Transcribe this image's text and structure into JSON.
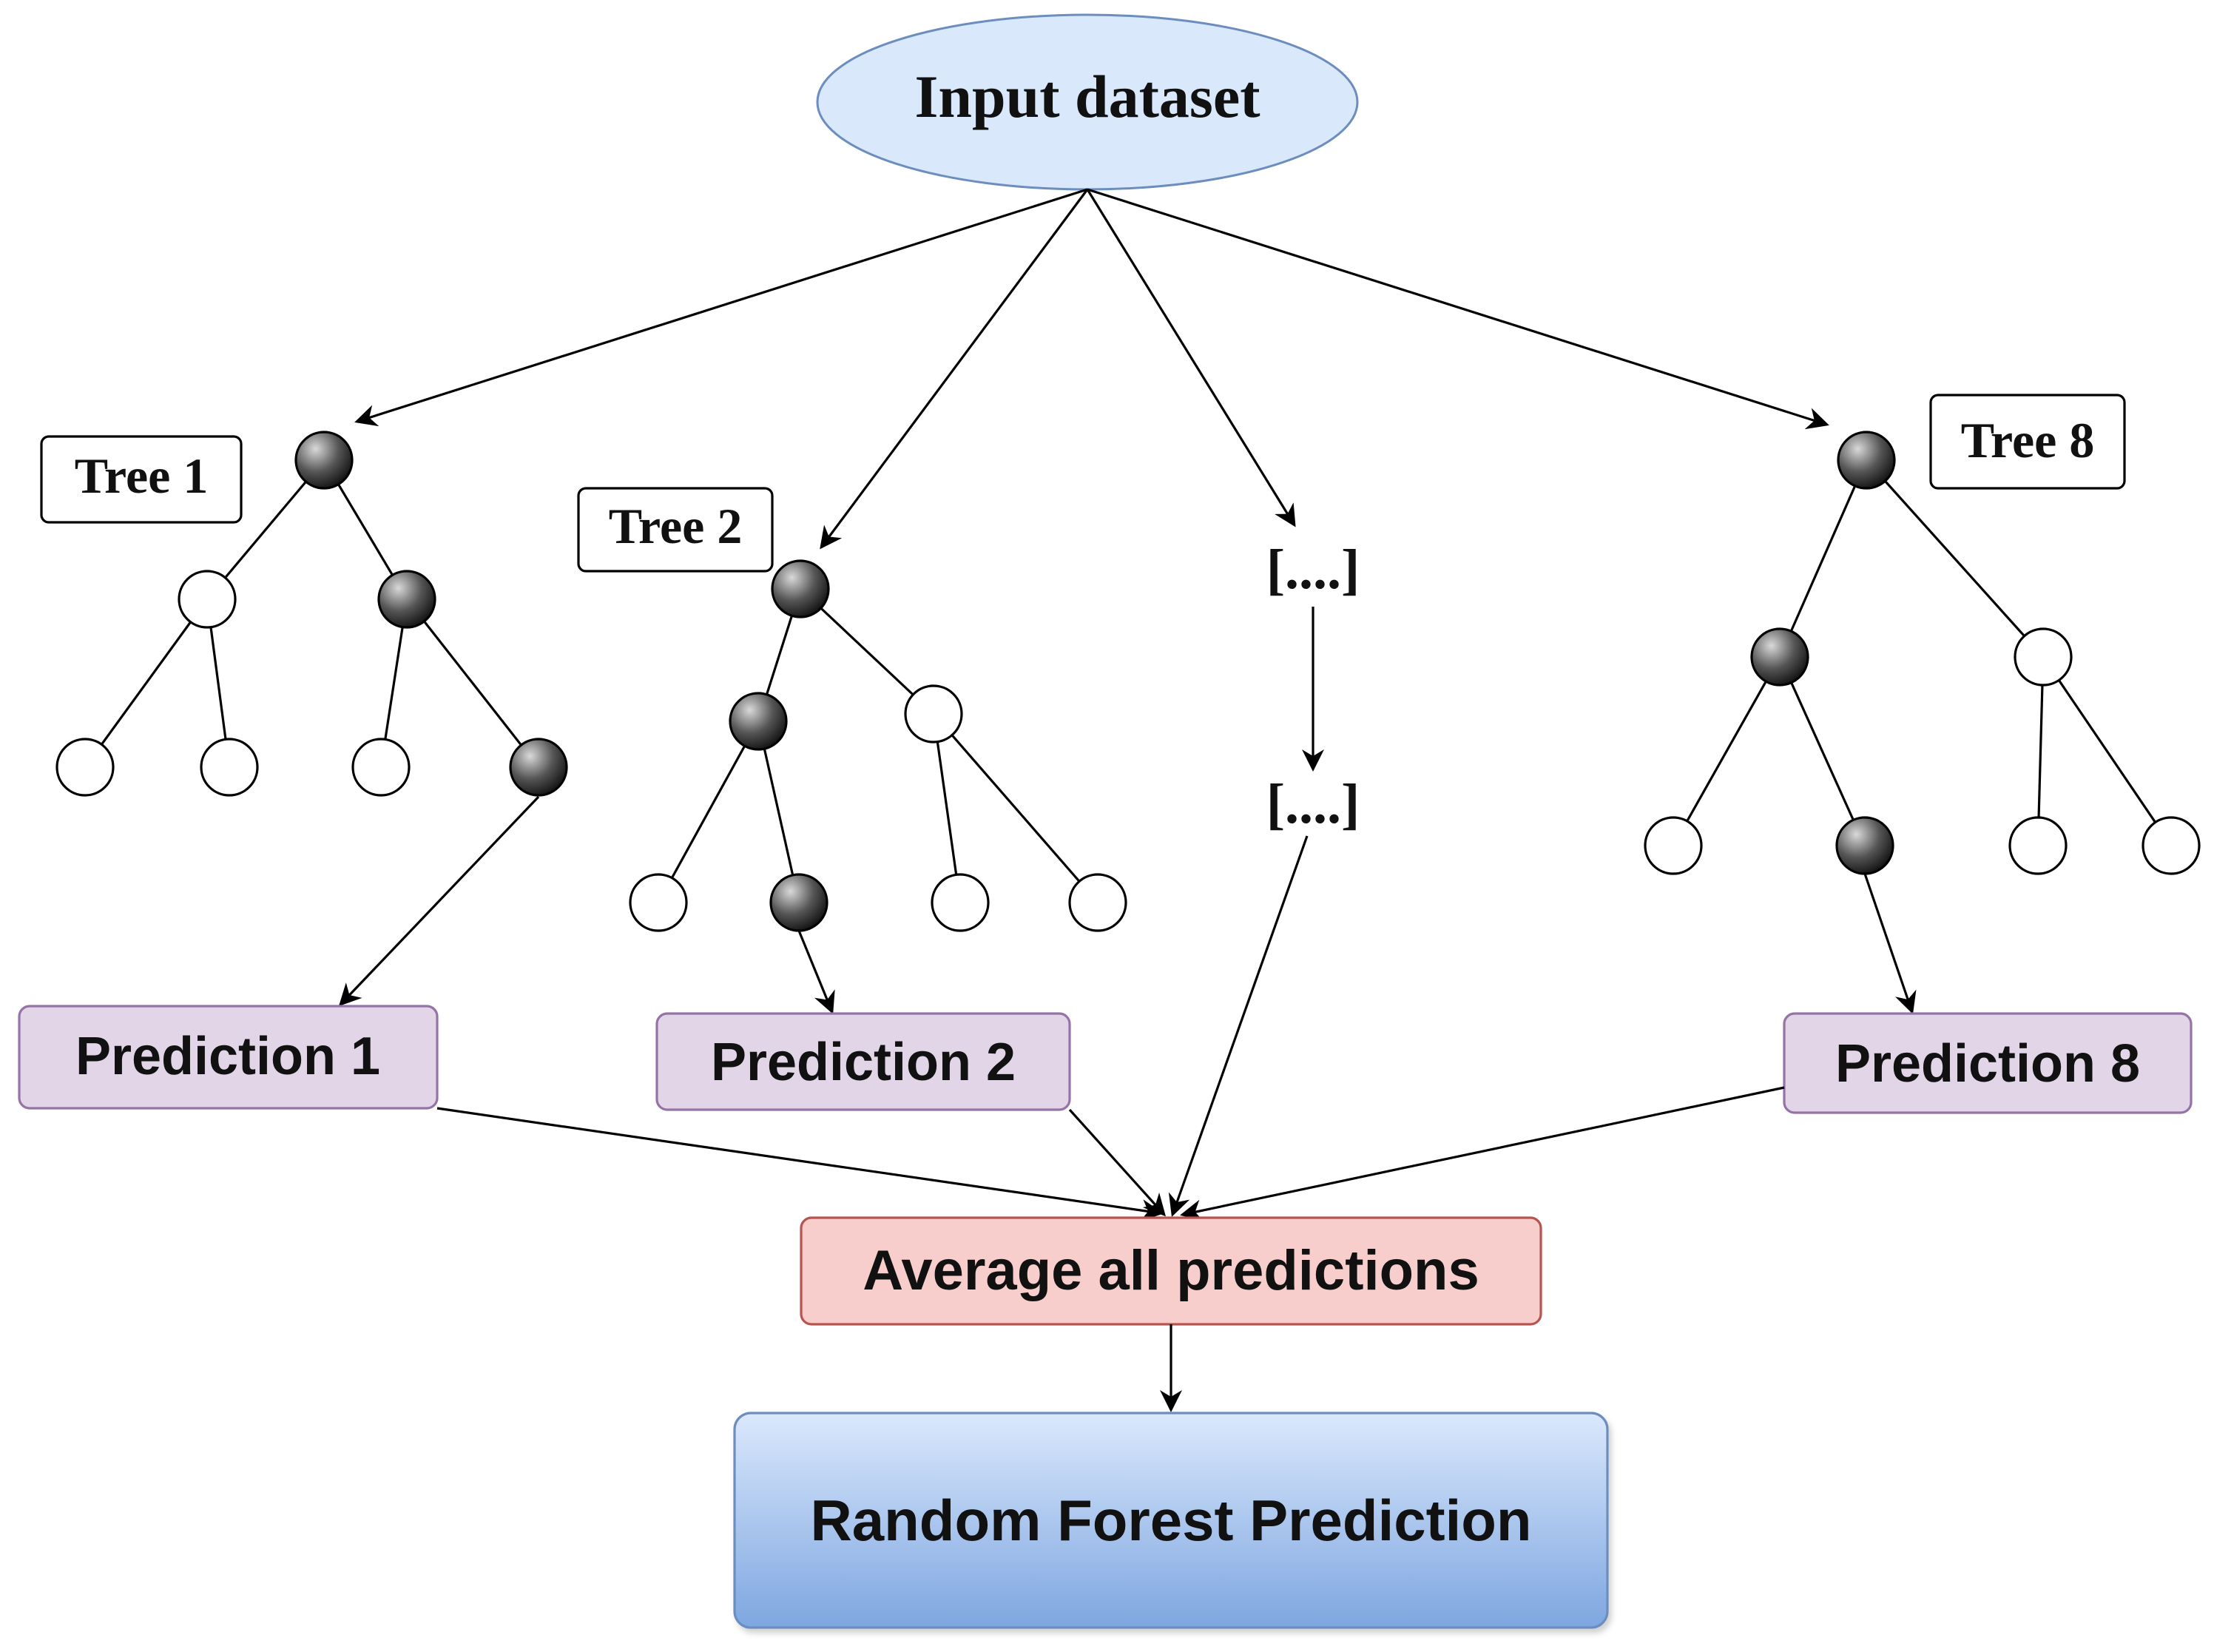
{
  "input": {
    "label": "Input dataset"
  },
  "trees": [
    {
      "label": "Tree 1"
    },
    {
      "label": "Tree 2"
    },
    {
      "label": "Tree 8"
    }
  ],
  "ellipsis": {
    "top": "[....]",
    "bottom": "[....]"
  },
  "predictions": [
    {
      "label": "Prediction 1"
    },
    {
      "label": "Prediction 2"
    },
    {
      "label": "Prediction 8"
    }
  ],
  "average": {
    "label": "Average all predictions"
  },
  "output": {
    "label": "Random Forest Prediction"
  },
  "colors": {
    "input_fill": "#dae8fc",
    "input_stroke": "#6c8ebf",
    "prediction_fill": "#e1d5e7",
    "prediction_stroke": "#9673a6",
    "average_fill": "#f8cecc",
    "average_stroke": "#b85450",
    "output_fill_top": "#dae8fc",
    "output_fill_bottom": "#7ea6e0",
    "output_stroke": "#6c8ebf",
    "filled_node": "#333333",
    "open_node": "#ffffff"
  }
}
